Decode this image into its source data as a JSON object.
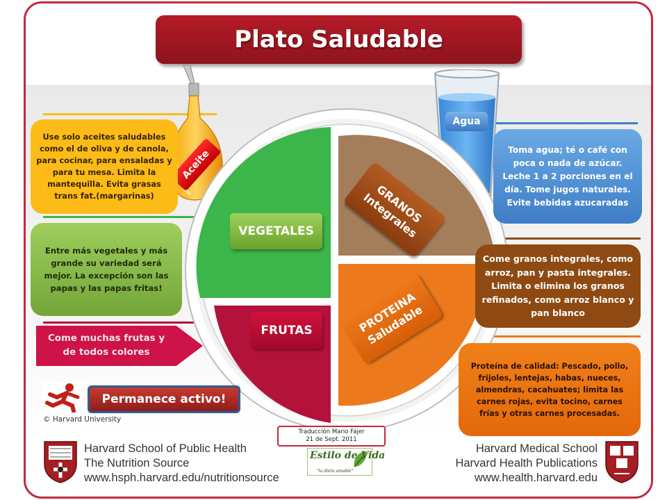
{
  "title": "Plato Saludable",
  "plate_segments": {
    "vegetables": "VEGETALES",
    "fruits": "FRUTAS",
    "grains_line1": "GRANOS",
    "grains_line2": "Integrales",
    "protein_line1": "PROTEINA",
    "protein_line2": "Saludable"
  },
  "colors": {
    "vegetables": "#3cb54a",
    "fruits": "#b3123a",
    "grains": "#a47d5b",
    "protein": "#ec7a1c",
    "title": "#a3161f",
    "frame": "#c4283d"
  },
  "oil": {
    "label": "Aceite",
    "text": "Use solo aceites saludables como el de oliva y de canola, para cocinar, para ensaladas y para tu mesa. Limita la mantequilla. Evita grasas trans fat.(margarinas)"
  },
  "water": {
    "label": "Agua",
    "text": "Toma agua;  té o café con poca o nada de azúcar. Leche 1 a 2 porciones en el día. Tome jugos naturales. Evite bebidas azucaradas"
  },
  "vegetables_text": "Entre más vegetales y más grande su variedad será mejor. La excepción son las papas y las papas fritas!",
  "fruits_text": "Come muchas frutas y de todos colores",
  "grains_text": "Come granos integrales, como arroz, pan y pasta integrales. Limita o elimina los granos refinados, como arroz blanco y pan blanco",
  "protein_text": "Proteína de calidad: Pescado, pollo, frijoles, lentejas, habas, nueces, almendras, cacahuates; limita las carnes rojas, evita tocino, carnes frías y otras carnes procesadas.",
  "activity": "Permanece activo!",
  "copyright": "© Harvard University",
  "credit": {
    "line1": "Traducción Mario Fájer",
    "line2": "21 de Sept. 2011"
  },
  "estilo": {
    "name": "Estilo de Vida",
    "tagline": "\"la dieta amable\""
  },
  "footer_left": {
    "line1": "Harvard School of Public Health",
    "line2": "The Nutrition Source",
    "line3": "www.hsph.harvard.edu/nutritionsource"
  },
  "footer_right": {
    "line1": "Harvard Medical School",
    "line2": "Harvard Health Publications",
    "line3": "www.health.harvard.edu"
  }
}
